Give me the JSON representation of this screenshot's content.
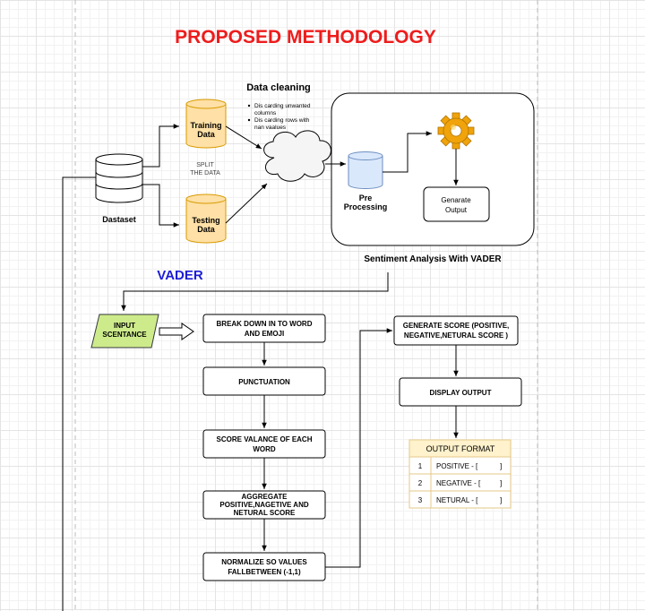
{
  "title": "PROPOSED METHODOLOGY",
  "colors": {
    "title": "#ee1c1c",
    "vader": "#1d1dd6",
    "cylinder_fill": "#ffe0a6",
    "cylinder_stroke": "#d79b00",
    "pre_processing_fill": "#dae8fc",
    "input_fill": "#cdeb8b",
    "table_header_fill": "#fff2cc",
    "gear": "#f0a30a"
  },
  "top": {
    "dataset_label": "Dastaset",
    "split_label": [
      "SPLIT",
      "THE DATA"
    ],
    "training_label": [
      "Training",
      "Data"
    ],
    "testing_label": [
      "Testing",
      "Data"
    ],
    "data_cleaning_title": "Data cleaning",
    "data_cleaning_bullets": [
      [
        "Dis carding unwanted",
        "columns"
      ],
      [
        "Dis carding rows with",
        "nan vaalues"
      ]
    ],
    "pre_processing_label": [
      "Pre",
      "Processing"
    ],
    "generate_output_label": [
      "Genarate",
      "Output"
    ],
    "sentiment_label": "Sentiment Analysis With VADER",
    "gear_icon": "gear-icon"
  },
  "vader_label": "VADER",
  "flow": {
    "input_label": [
      "INPUT",
      "SCENTANCE"
    ],
    "steps": [
      [
        "BREAK DOWN IN TO WORD",
        "AND EMOJI"
      ],
      [
        "PUNCTUATION"
      ],
      [
        "SCORE VALANCE OF EACH",
        "WORD"
      ],
      [
        "AGGREGATE",
        "POSITIVE,NAGETIVE AND",
        "NETURAL SCORE"
      ],
      [
        "NORMALIZE SO VALUES",
        "FALLBETWEEN (-1,1)"
      ]
    ],
    "generate_score": [
      "GENERATE SCORE (POSITIVE,",
      "NEGATIVE,NETURAL SCORE )"
    ],
    "display_output": "DISPLAY OUTPUT"
  },
  "output_table": {
    "header": "OUTPUT FORMAT",
    "rows": [
      {
        "index": "1",
        "label": "POSITIVE - [",
        "close": "]"
      },
      {
        "index": "2",
        "label": "NEGATIVE - [",
        "close": "]"
      },
      {
        "index": "3",
        "label": "NETURAL - [",
        "close": "]"
      }
    ]
  }
}
